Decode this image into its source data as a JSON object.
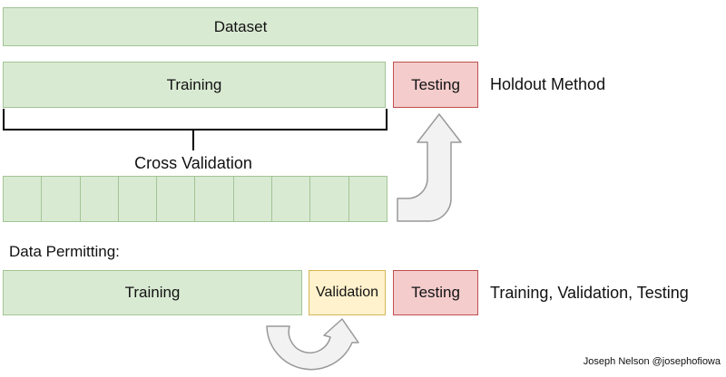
{
  "dataset": {
    "label": "Dataset"
  },
  "holdout": {
    "training_label": "Training",
    "testing_label": "Testing",
    "caption": "Holdout Method"
  },
  "cross_validation": {
    "label": "Cross Validation",
    "fold_count": 10
  },
  "data_permitting": {
    "heading": "Data Permitting:",
    "training_label": "Training",
    "validation_label": "Validation",
    "testing_label": "Testing",
    "caption": "Training, Validation, Testing"
  },
  "credit": "Joseph Nelson @josephofiowa",
  "colors": {
    "green_fill": "#d9ead3",
    "green_border": "#a2c493",
    "red_fill": "#f4cccc",
    "red_border": "#c0504d",
    "yellow_fill": "#fff2cc",
    "yellow_border": "#d6b656",
    "arrow_fill": "#f2f2f2",
    "arrow_border": "#999999",
    "bracket": "#000000"
  }
}
